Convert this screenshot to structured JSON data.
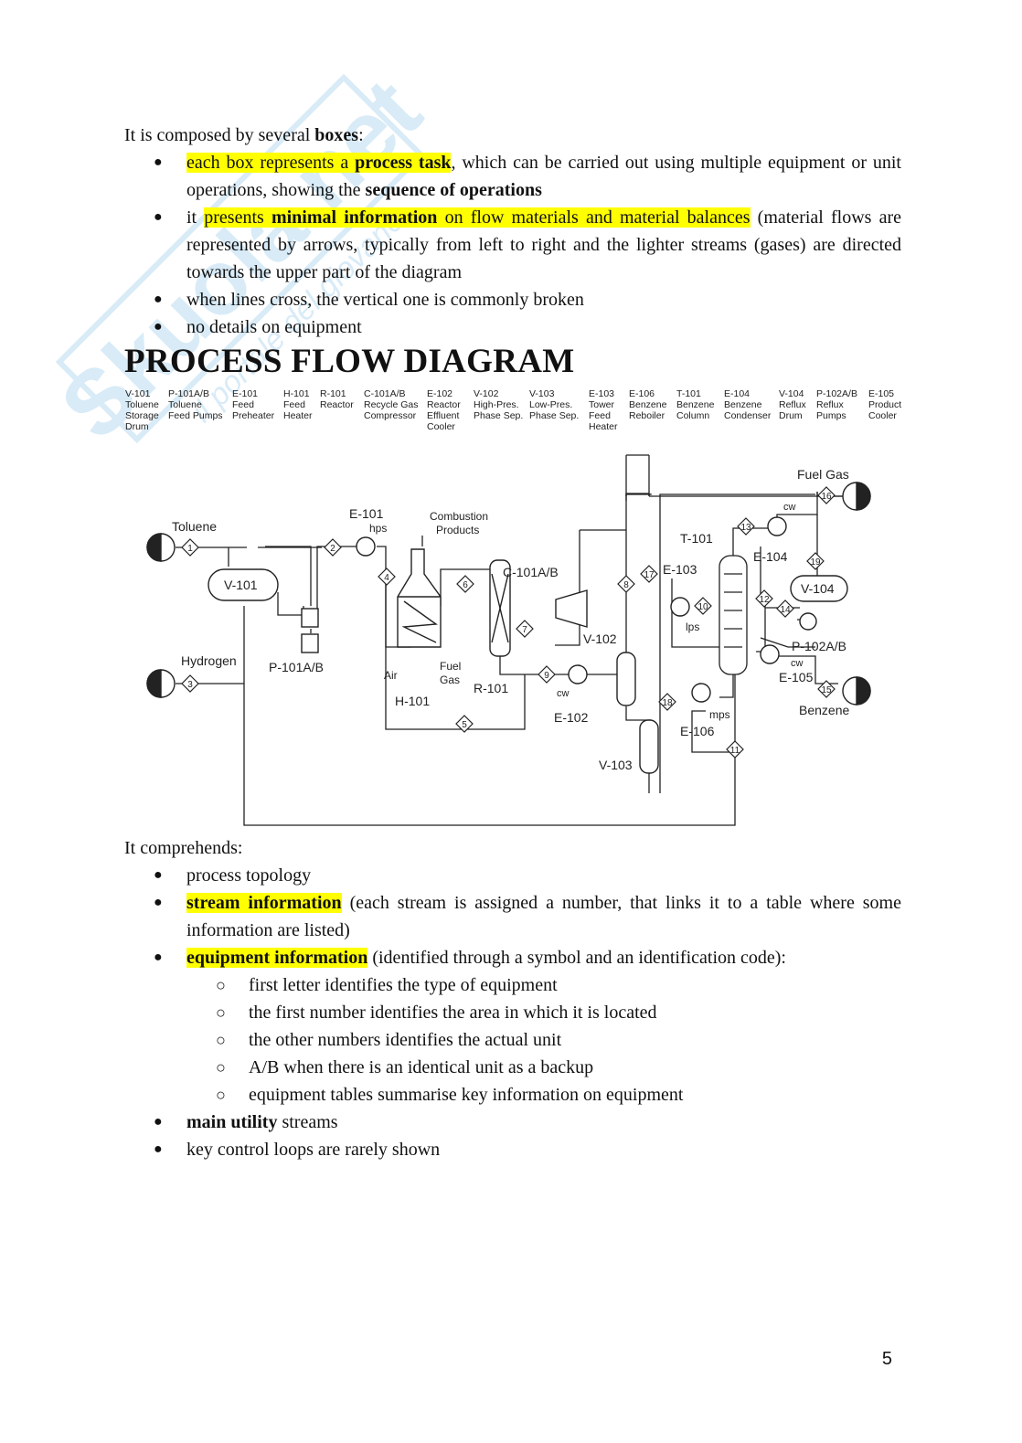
{
  "watermark": {
    "text1": "Skuola.net",
    "text2": "il portale del giovane"
  },
  "intro": {
    "lead": "It is composed by several ",
    "lead_bold": "boxes",
    "lead_end": ":",
    "b1": {
      "hl1": "each box represents a ",
      "hl_bold": "process task",
      "rest": ", which can be carried out using multiple equipment or unit operations, showing the ",
      "bold": "sequence of operations"
    },
    "b2": {
      "pre": "it ",
      "hl1": "presents ",
      "hl_bold": "minimal information",
      "hl2": " on flow materials and material balances",
      "rest": " (material flows are represented by arrows, typically from left to right and the lighter streams (gases) are directed towards the upper part of the diagram"
    },
    "b3": "when lines cross, the vertical one is commonly broken",
    "b4": "no details on equipment"
  },
  "heading": "PROCESS FLOW DIAGRAM",
  "diagram": {
    "legend": [
      {
        "tag": "V-101",
        "lines": [
          "Toluene",
          "Storage",
          "Drum"
        ]
      },
      {
        "tag": "P-101A/B",
        "lines": [
          "Toluene",
          "Feed Pumps"
        ]
      },
      {
        "tag": "E-101",
        "lines": [
          "Feed",
          "Preheater"
        ]
      },
      {
        "tag": "H-101",
        "lines": [
          "Feed",
          "Heater"
        ]
      },
      {
        "tag": "R-101",
        "lines": [
          "Reactor"
        ]
      },
      {
        "tag": "C-101A/B",
        "lines": [
          "Recycle Gas",
          "Compressor"
        ]
      },
      {
        "tag": "E-102",
        "lines": [
          "Reactor",
          "Effluent",
          "Cooler"
        ]
      },
      {
        "tag": "V-102",
        "lines": [
          "High-Pres.",
          "Phase Sep."
        ]
      },
      {
        "tag": "V-103",
        "lines": [
          "Low-Pres.",
          "Phase Sep."
        ]
      },
      {
        "tag": "E-103",
        "lines": [
          "Tower",
          "Feed",
          "Heater"
        ]
      },
      {
        "tag": "E-106",
        "lines": [
          "Benzene",
          "Reboiler"
        ]
      },
      {
        "tag": "T-101",
        "lines": [
          "Benzene",
          "Column"
        ]
      },
      {
        "tag": "E-104",
        "lines": [
          "Benzene",
          "Condenser"
        ]
      },
      {
        "tag": "V-104",
        "lines": [
          "Reflux",
          "Drum"
        ]
      },
      {
        "tag": "P-102A/B",
        "lines": [
          "Reflux",
          "Pumps"
        ]
      },
      {
        "tag": "E-105",
        "lines": [
          "Product",
          "Cooler"
        ]
      }
    ],
    "labels": {
      "toluene": "Toluene",
      "hydrogen": "Hydrogen",
      "fuel_gas_top": "Fuel Gas",
      "benzene": "Benzene",
      "v101": "V-101",
      "p101": "P-101A/B",
      "e101": "E-101",
      "hps": "hps",
      "combustion1": "Combustion",
      "combustion2": "Products",
      "air": "Air",
      "fuel1": "Fuel",
      "fuel2": "Gas",
      "h101": "H-101",
      "c101": "C-101A/B",
      "r101": "R-101",
      "v102": "V-102",
      "e102": "E-102",
      "cw1": "cw",
      "v103": "V-103",
      "e103": "E-103",
      "lps": "lps",
      "t101": "T-101",
      "e106": "E-106",
      "mps": "mps",
      "e104": "E-104",
      "cw2": "cw",
      "v104": "V-104",
      "p102": "P-102A/B",
      "cw3": "cw",
      "e105": "E-105"
    },
    "streams": [
      "1",
      "2",
      "3",
      "4",
      "5",
      "6",
      "7",
      "8",
      "9",
      "10",
      "11",
      "12",
      "13",
      "14",
      "15",
      "16",
      "17",
      "18",
      "19"
    ]
  },
  "comprehends": {
    "lead": "It comprehends:",
    "b1": "process topology",
    "b2": {
      "hl": "stream information",
      "rest": " (each stream is assigned a number, that links it to a table where some information are listed)"
    },
    "b3": {
      "hl": "equipment information",
      "rest": " (identified through a symbol and an identification code):"
    },
    "sub": [
      "first letter identifies the type of equipment",
      "the first number identifies the area in which it is located",
      "the other numbers identifies the actual unit",
      "A/B when there is an identical unit as a backup",
      "equipment tables summarise key information on equipment"
    ],
    "b4": {
      "bold": "main utility",
      "rest": " streams"
    },
    "b5": "key control loops are rarely shown"
  },
  "page_number": "5",
  "colors": {
    "highlight": "#ffff00",
    "watermark": "#b9dcf2"
  }
}
